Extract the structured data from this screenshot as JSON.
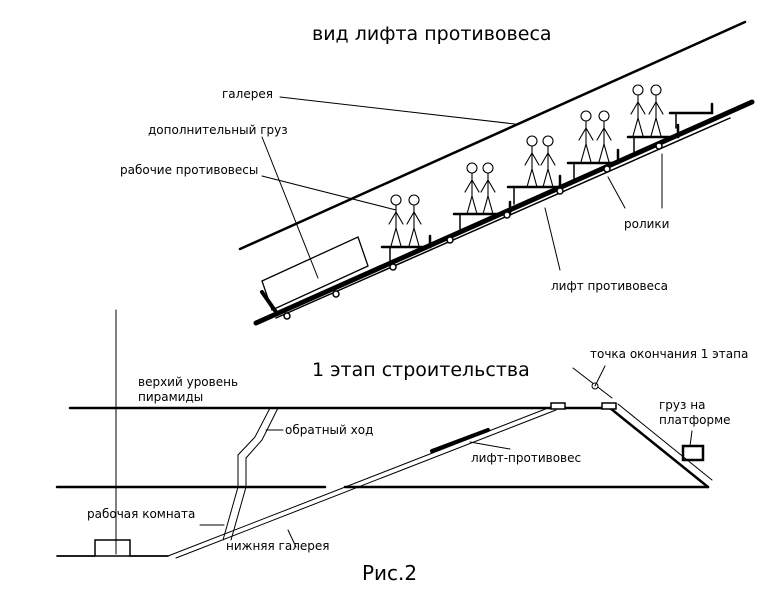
{
  "top_diagram": {
    "title": "вид лифта противовеса",
    "labels": {
      "gallery": "галерея",
      "extra_load": "дополнительный груз",
      "worker_counterweights": "рабочие противовесы",
      "rollers": "ролики",
      "lift": "лифт противовеса"
    }
  },
  "bottom_diagram": {
    "title": "1 этап строительства",
    "labels": {
      "top_level": "верхий уровень\nпирамиды",
      "end_point": "точка окончания 1 этапа",
      "load_on_platform": "груз на\nплатформе",
      "return_passage": "обратный ход",
      "lift_counterweight": "лифт-противовес",
      "work_room": "рабочая комната",
      "lower_gallery": "нижняя галерея"
    }
  },
  "caption": "Рис.2"
}
